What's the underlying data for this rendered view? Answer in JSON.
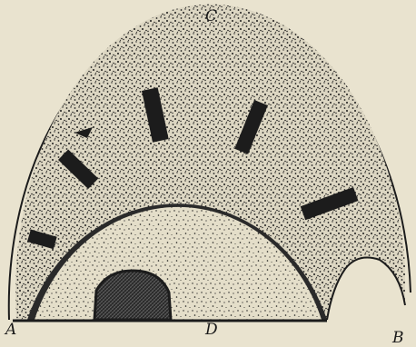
{
  "labels": {
    "a": "A",
    "b": "B",
    "c": "C",
    "d": "D"
  },
  "colors": {
    "paper": "#e9e3cf",
    "ink": "#1c1c1c"
  }
}
